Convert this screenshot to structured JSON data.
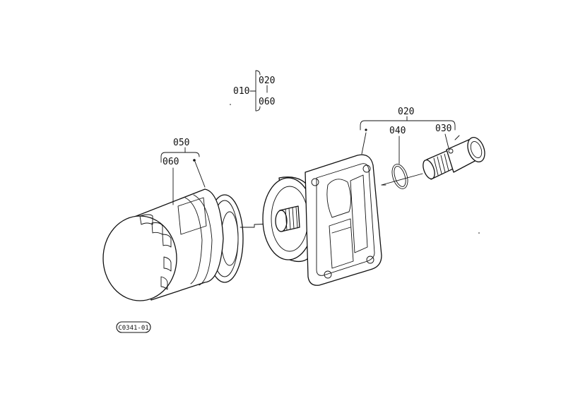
{
  "labels": {
    "assembly": "010",
    "sub_top": "020",
    "sub_bottom": "060",
    "filter_group": "050",
    "filter_item": "060",
    "flange_group": "020",
    "oring": "040",
    "valve": "030"
  },
  "diagram_code": "C0341-01"
}
